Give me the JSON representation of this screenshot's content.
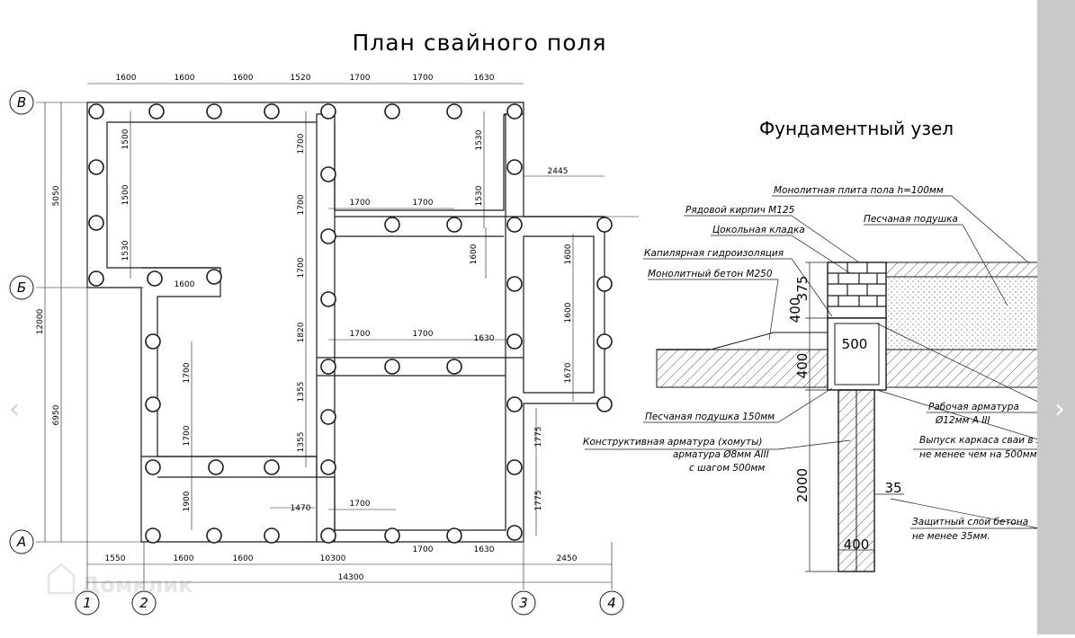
{
  "titles": {
    "plan": "План свайного поля",
    "node": "Фундаментный узел"
  },
  "axes": {
    "rows": [
      "В",
      "Б",
      "А"
    ],
    "cols": [
      "1",
      "2",
      "3",
      "4"
    ]
  },
  "dims": {
    "top_chain": [
      "1600",
      "1600",
      "1600",
      "1520",
      "1700",
      "1700",
      "1630"
    ],
    "left_outer": [
      "12000"
    ],
    "left_inner": [
      "5050",
      "6950"
    ],
    "bottom_chain": [
      "1550",
      "1600",
      "1600",
      "10300",
      "2450"
    ],
    "bottom_total": "14300",
    "left_wing_v": [
      "1500",
      "1500",
      "1530"
    ],
    "stub": "1600",
    "inner_left_v": [
      "1700",
      "1700",
      "1900"
    ],
    "bottom_mid": "1470",
    "center_v": [
      "1700",
      "1700",
      "1700",
      "1820",
      "1355",
      "1355"
    ],
    "right_top_v": [
      "1530",
      "1530"
    ],
    "annex_width": "2445",
    "annex_v": [
      "1600",
      "1600",
      "1670"
    ],
    "annex_left": "1600",
    "rowA": [
      "1700",
      "1700"
    ],
    "rowB": [
      "1700",
      "1700",
      "1630"
    ],
    "right_low_v": [
      "1775",
      "1775"
    ],
    "bottom_right_inner": [
      "1700"
    ],
    "bottom_right": [
      "1700",
      "1630"
    ]
  },
  "node_dims": {
    "d375": "375",
    "d400a": "400",
    "d500": "500",
    "d400b": "400",
    "d2000": "2000",
    "d35": "35",
    "d400c": "400"
  },
  "labels": {
    "slab": "Монолитная плита пола h=100мм",
    "brick": "Рядовой кирпич М125",
    "plinth": "Цокольная кладка",
    "sand_top": "Песчаная подушка",
    "hydro": "Капилярная гидроизоляция",
    "concrete": "Монолитный бетон М250",
    "rebar_work_1": "Рабочая арматура",
    "rebar_work_2": "Ø12мм А III",
    "sand_150": "Песчаная подушка 150мм",
    "stirrup_1": "Конструктивная арматура (хомуты)",
    "stirrup_2": "арматура Ø8мм АIII",
    "stirrup_3": "с шагом 500мм",
    "release_1": "Выпуск каркаса сваи в ленту",
    "release_2": "не менее чем на 500мм",
    "cover_1": "Защитный слой бетона",
    "cover_2": "не менее 35мм."
  },
  "watermark": "Домклик",
  "nav": {
    "prev": "‹",
    "next": "›"
  },
  "colors": {
    "line": "#1a1a1a",
    "fill": "#ffffff",
    "strip": "#c9c9c9"
  }
}
